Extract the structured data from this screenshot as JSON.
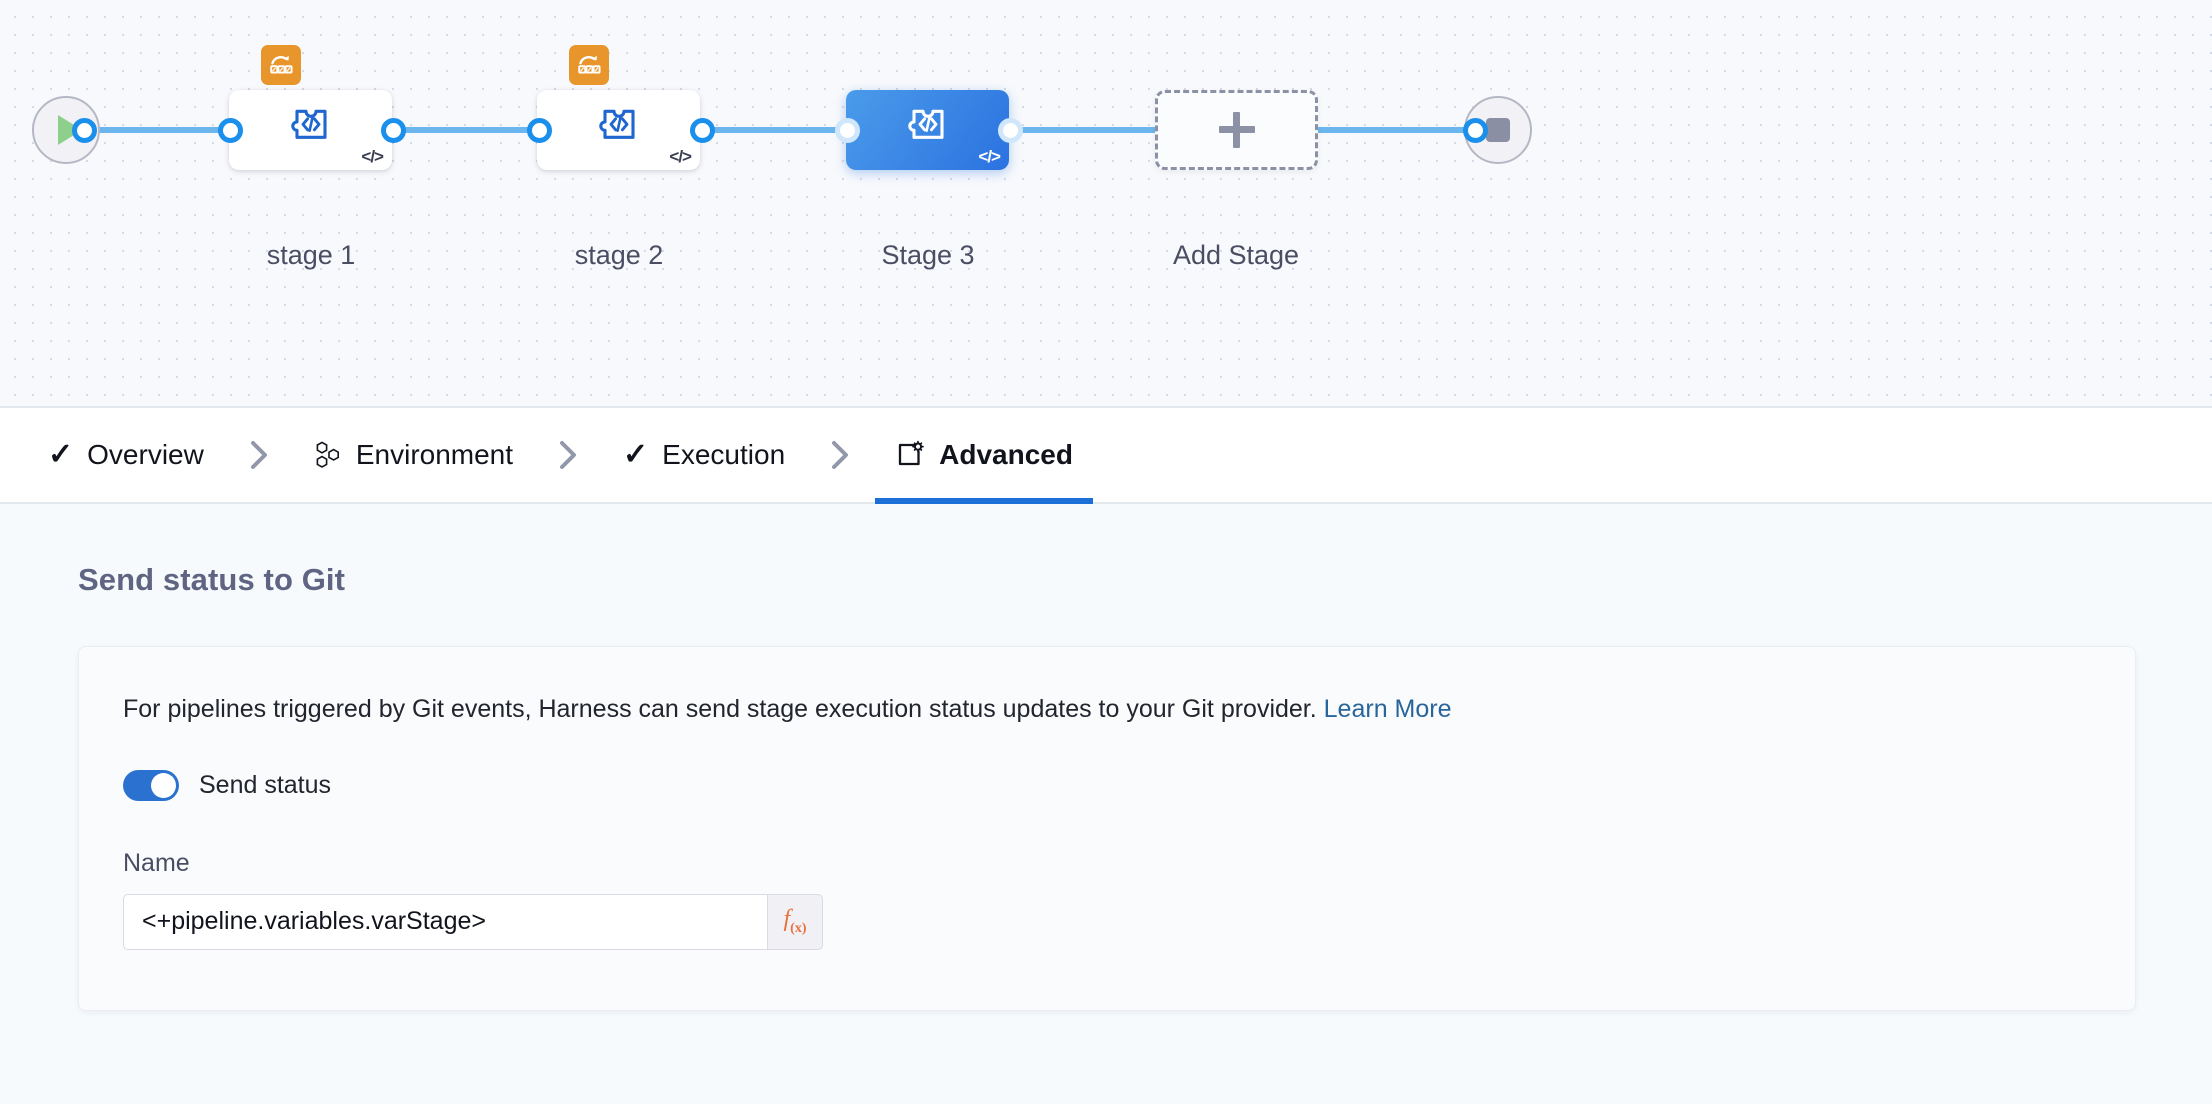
{
  "canvas": {
    "start_node": {
      "icon": "play-icon",
      "name": "pipeline-start"
    },
    "end_node": {
      "icon": "stop-icon",
      "name": "pipeline-end"
    },
    "stages": [
      {
        "label": "stage 1",
        "icon": "custom-stage-icon",
        "code_marker": "</>",
        "badge": "matrix-looping-icon",
        "selected": false
      },
      {
        "label": "stage 2",
        "icon": "custom-stage-icon",
        "code_marker": "</>",
        "badge": "matrix-looping-icon",
        "selected": false
      },
      {
        "label": "Stage 3",
        "icon": "custom-stage-icon",
        "code_marker": "</>",
        "badge": null,
        "selected": true
      }
    ],
    "add_stage": {
      "label": "Add Stage",
      "icon": "plus-icon"
    },
    "colors": {
      "connector": "#6cb6ef",
      "port_border": "#1b8fec",
      "selected_stage_from": "#4a9bea",
      "selected_stage_to": "#2b72e0",
      "badge_orange": "#e8962c",
      "play_green": "#8ed08b",
      "stop_grey": "#8a8fa3"
    }
  },
  "tabs": [
    {
      "label": "Overview",
      "icon": "check-icon",
      "active": false
    },
    {
      "label": "Environment",
      "icon": "hexagons-icon",
      "active": false
    },
    {
      "label": "Execution",
      "icon": "check-icon",
      "active": false
    },
    {
      "label": "Advanced",
      "icon": "advanced-gear-icon",
      "active": true
    }
  ],
  "tab_separator_icon": "chevron-right-icon",
  "panel": {
    "section_title": "Send status to Git",
    "description_text": "For pipelines triggered by Git events, Harness can send stage execution status updates to your Git provider.",
    "learn_more_label": "Learn More",
    "toggle": {
      "label": "Send status",
      "state": "on",
      "color": "#2b72d0"
    },
    "name_field": {
      "label": "Name",
      "value": "<+pipeline.variables.varStage>",
      "placeholder": "",
      "expression_button_label": "f(x)",
      "expression_button_color": "#e8713c"
    }
  }
}
